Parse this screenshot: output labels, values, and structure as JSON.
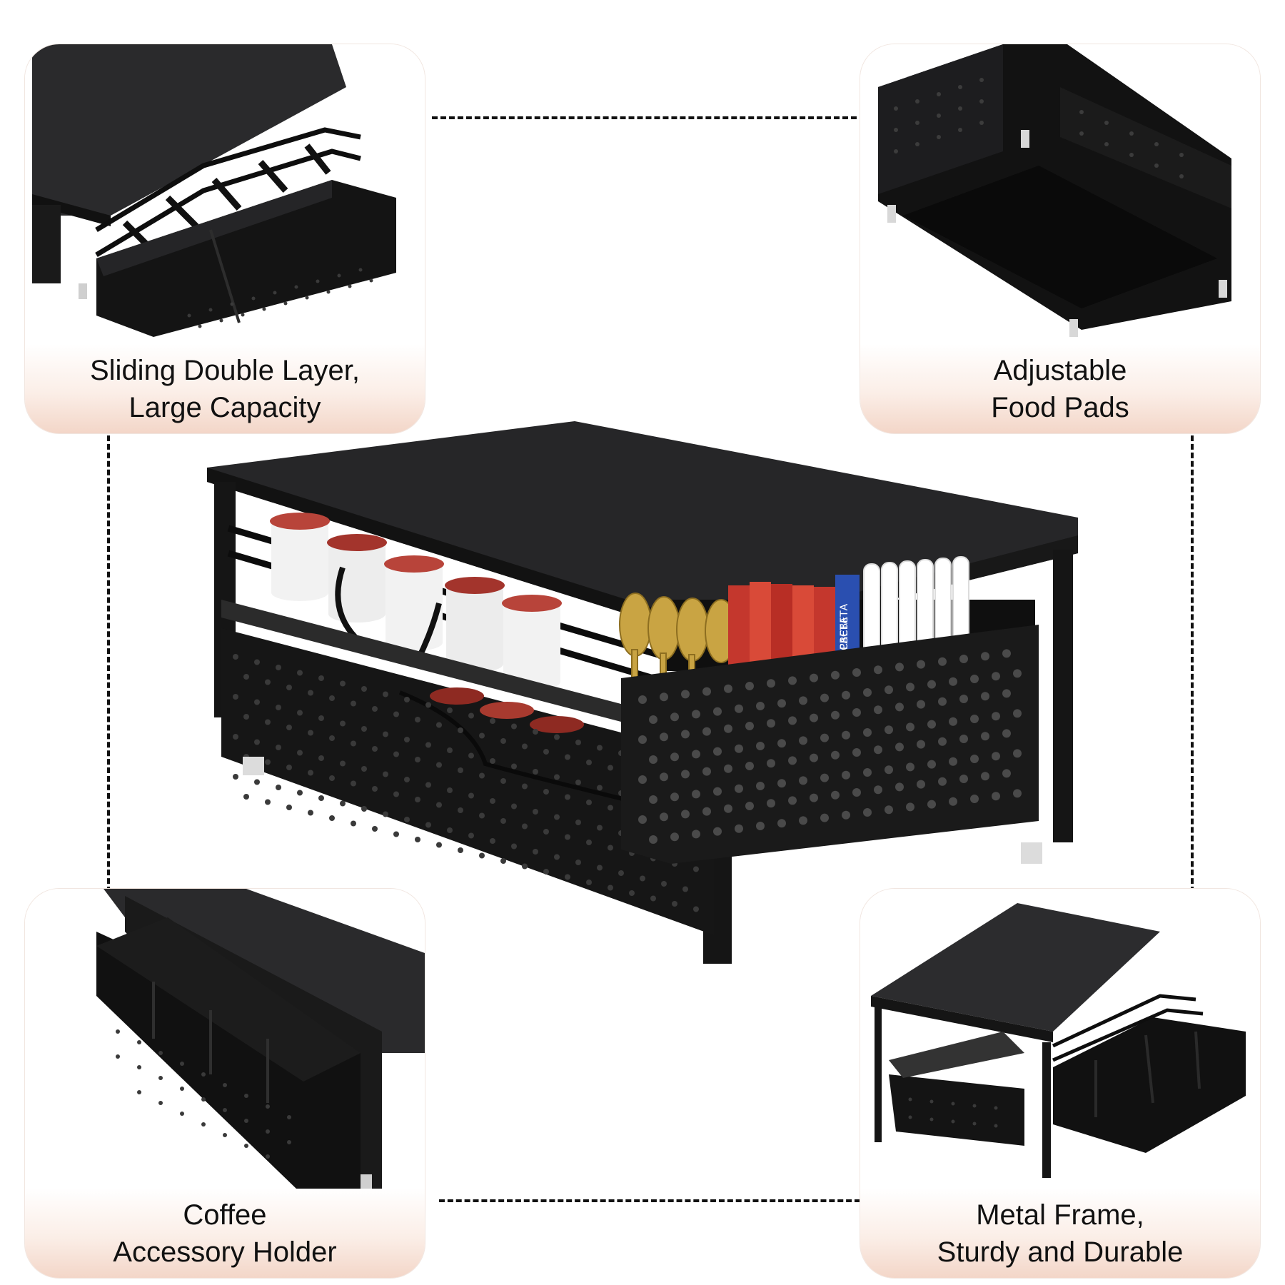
{
  "features": [
    {
      "line1": "Sliding Double Layer,",
      "line2": "Large Capacity"
    },
    {
      "line1": "Adjustable",
      "line2": "Food Pads"
    },
    {
      "line1": "Coffee",
      "line2": "Accessory Holder"
    },
    {
      "line1": "Metal Frame,",
      "line2": "Sturdy and Durable"
    }
  ],
  "center_labels": {
    "packet_text_1": "ОТ РАСВЕТА",
    "packet_text_2": "ДО РАСВЕТА"
  },
  "colors": {
    "metal": "#1c1c1e",
    "label_gradient_end": "#f3d6c8",
    "gold": "#c9a443",
    "pod_white": "#f2f2f2"
  }
}
